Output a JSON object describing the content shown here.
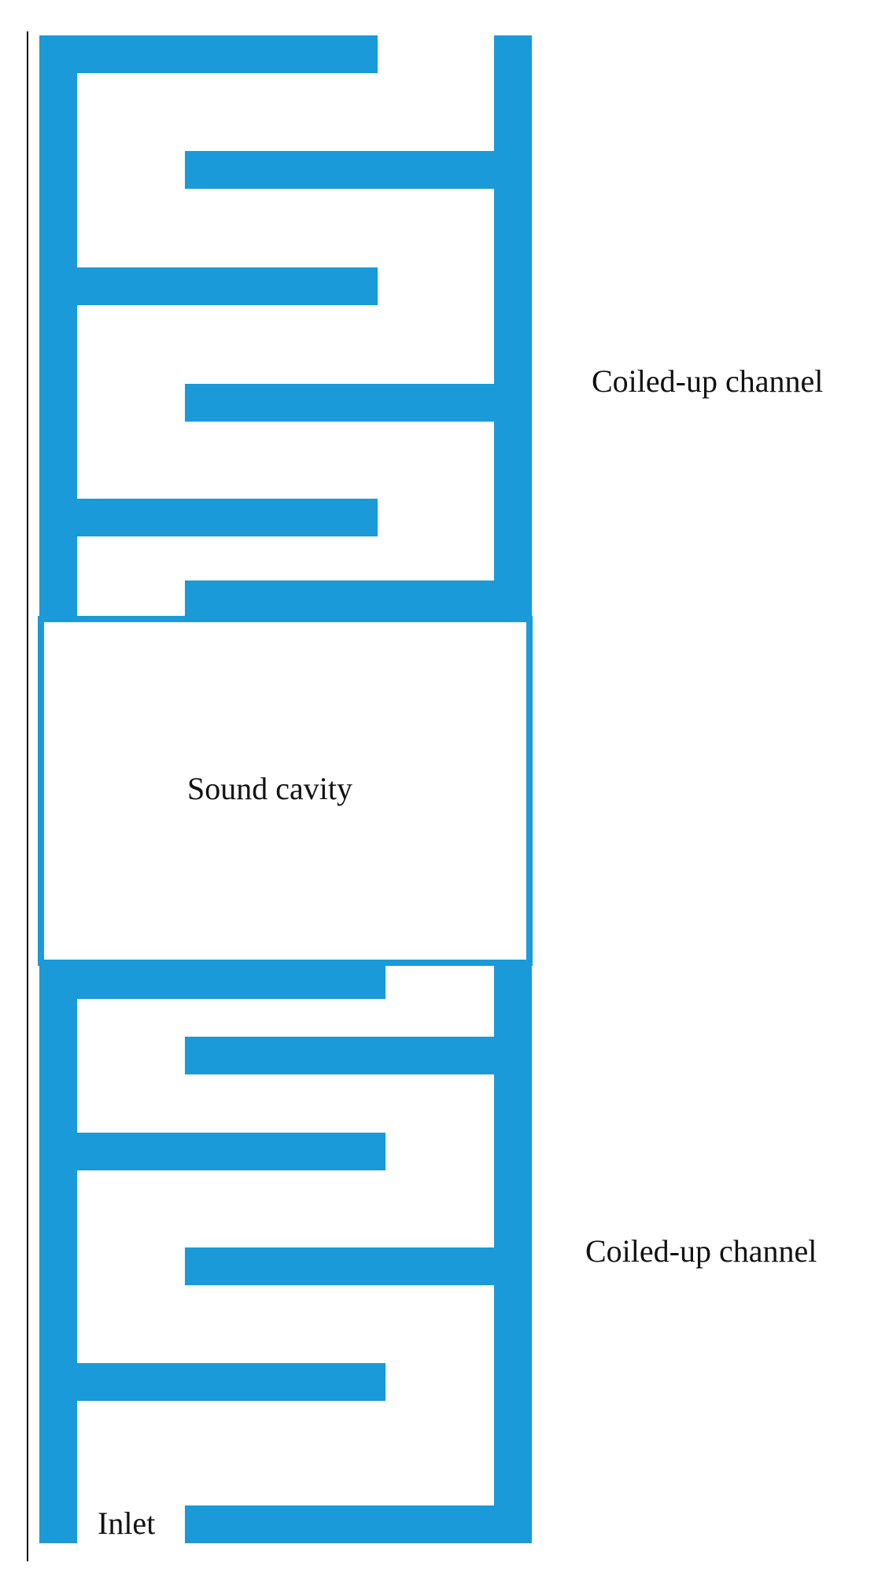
{
  "labels": {
    "upper_channel": "Coiled-up channel",
    "cavity": "Sound cavity",
    "lower_channel": "Coiled-up channel",
    "inlet": "Inlet"
  },
  "colors": {
    "wall": "#1a9ad8",
    "cavity_border": "#1a9ad8",
    "frame_line": "#000000",
    "text": "#111111",
    "background": "#ffffff"
  }
}
